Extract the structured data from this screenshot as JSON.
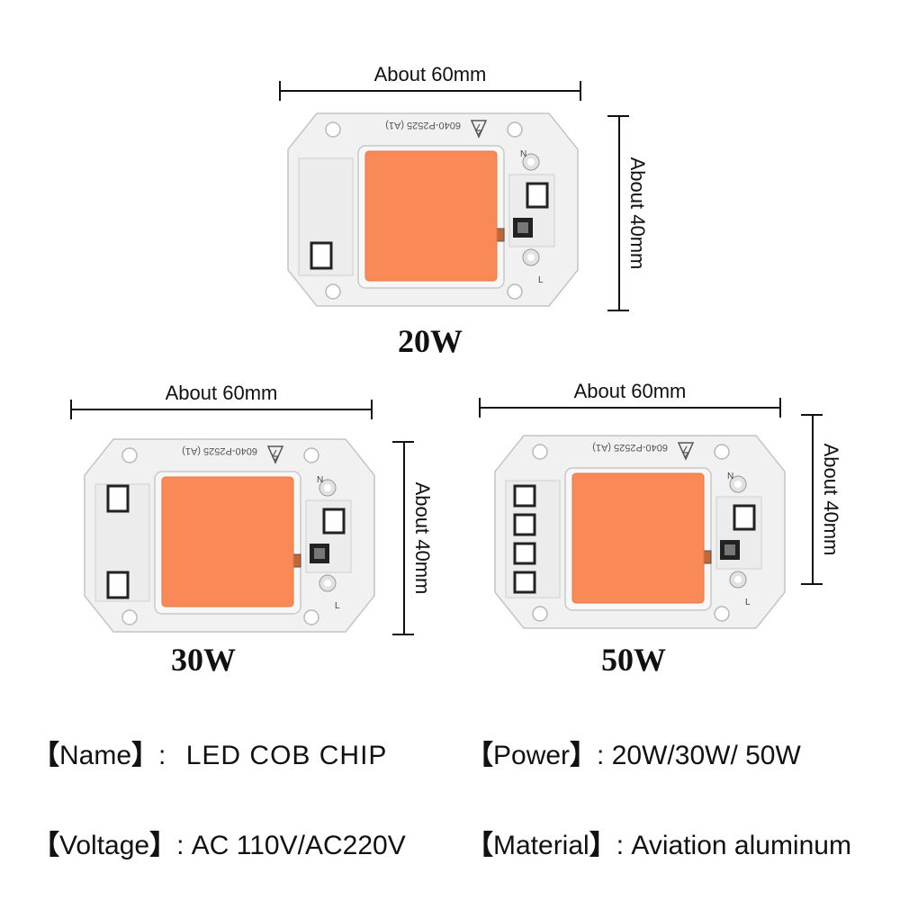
{
  "colors": {
    "led": "#f98a58",
    "board": "#f1f1f1",
    "board_edge": "#bdbdbd",
    "pad": "#222222"
  },
  "chips": [
    {
      "width_label": "About 60mm",
      "height_label": "About 40mm",
      "wattage": "20W",
      "board_marking": "6040-P2525 (A1)",
      "n_label": "N",
      "l_label": "L"
    },
    {
      "width_label": "About 60mm",
      "height_label": "About 40mm",
      "wattage": "30W",
      "board_marking": "6040-P2525 (A1)",
      "n_label": "N",
      "l_label": "L"
    },
    {
      "width_label": "About 60mm",
      "height_label": "About 40mm",
      "wattage": "50W",
      "board_marking": "6040-P2525 (A1)",
      "n_label": "N",
      "l_label": "L"
    }
  ],
  "specs": {
    "bracket_open": "【",
    "bracket_close": "】",
    "sep": ":",
    "name_key": "Name",
    "name_val": "LED COB CHIP",
    "power_key": "Power",
    "power_val": "20W/30W/ 50W",
    "voltage_key": "Voltage",
    "voltage_val": "AC 110V/AC220V",
    "material_key": "Material",
    "material_val": "Aviation aluminum"
  }
}
